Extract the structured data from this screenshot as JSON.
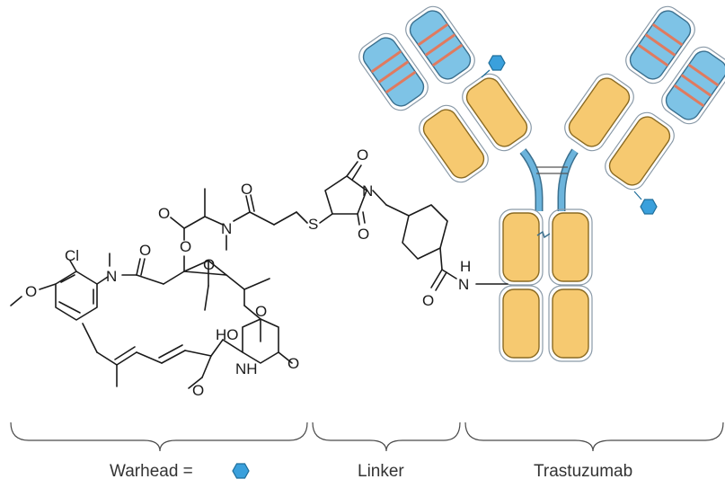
{
  "labels": {
    "warhead": "Warhead =",
    "linker": "Linker",
    "antibody": "Trastuzumab"
  },
  "atoms": {
    "cl": "Cl",
    "n_amide": "N",
    "o_amide": "O",
    "o_ester": "O",
    "o_carbonyl_ester": "O",
    "n_methyl": "N",
    "o_prop": "O",
    "o_epoxide": "O",
    "s": "S",
    "o_succ_top": "O",
    "n_succ": "N",
    "o_succ_bot": "O",
    "h_amide": "H",
    "n_amide2": "N",
    "o_amide2": "O",
    "ho": "HO",
    "o_ring": "O",
    "o_carbamate": "O",
    "nh": "NH",
    "o_methoxy_bottom": "O",
    "o_methoxy_left": "O"
  },
  "colors": {
    "fab_blue": "#7ec3e6",
    "fab_stripe": "#e07a5f",
    "constant_orange": "#f6c970",
    "hinge_blue": "#6cb4dc",
    "payload_hex": "#3aa0dc"
  }
}
